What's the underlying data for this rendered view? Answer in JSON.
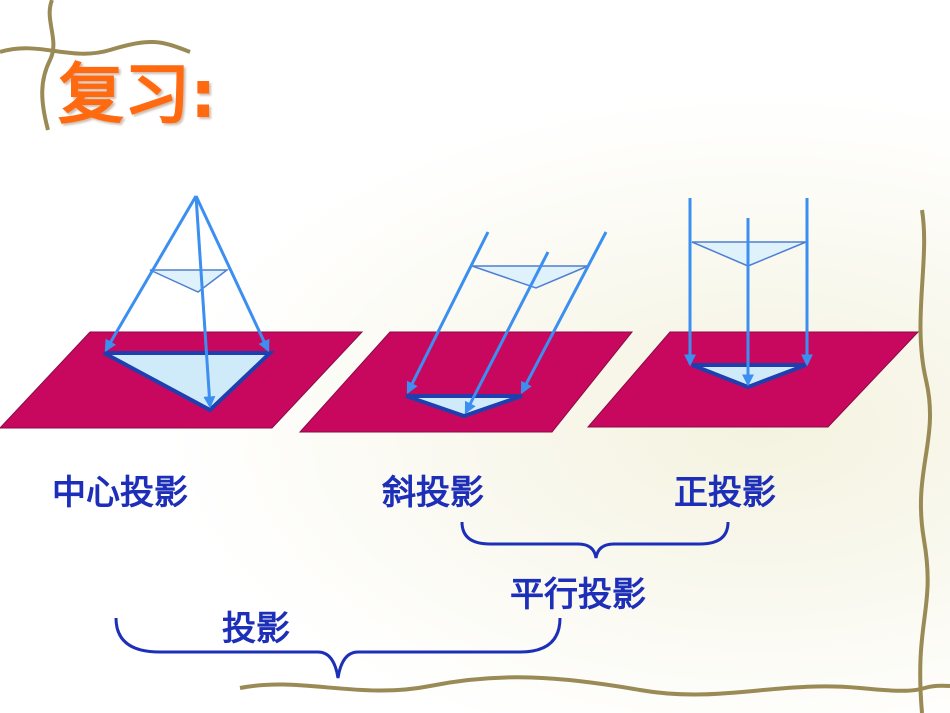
{
  "slide": {
    "title": "复习:",
    "labels": {
      "central": "中心投影",
      "oblique": "斜投影",
      "orthographic": "正投影",
      "parallel": "平行投影",
      "projection": "投影"
    }
  },
  "colors": {
    "title": "#ff6a10",
    "label": "#1d2fb8",
    "plane": "#c8085e",
    "ray": "#3b8ff0",
    "triangle_fill": "#cfeaf8",
    "triangle_edge": "#1f3fae",
    "bracket": "#1d2fb8",
    "vine": "#9a8a55"
  }
}
